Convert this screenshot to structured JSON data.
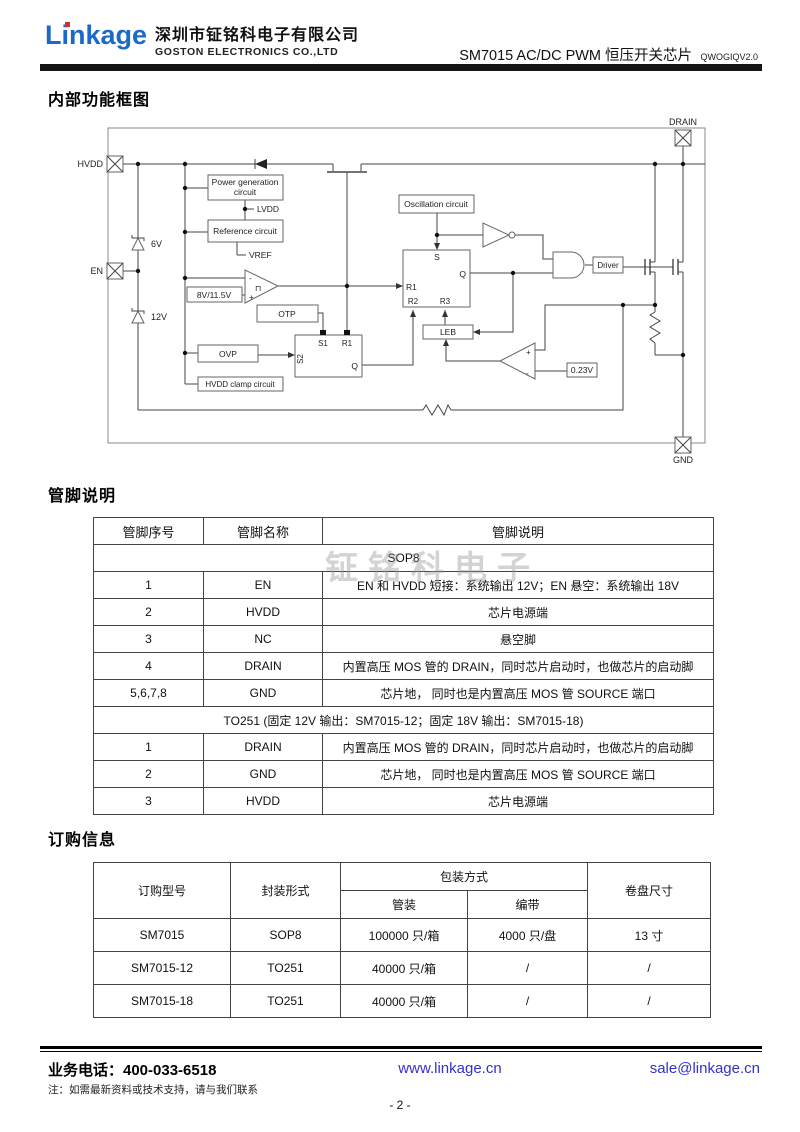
{
  "header": {
    "logo_text": "Linkage",
    "company_cn": "深圳市钲铭科电子有限公司",
    "company_en": "GOSTON ELECTRONICS CO.,LTD",
    "doc_title": "SM7015 AC/DC PWM 恒压开关芯片",
    "doc_version": "QWOGIQV2.0"
  },
  "sections": {
    "block_diagram": "内部功能框图",
    "pin_description": "管脚说明",
    "order_info": "订购信息"
  },
  "diagram": {
    "pin_hvdd": "HVDD",
    "pin_en": "EN",
    "pin_drain": "DRAIN",
    "pin_gnd": "GND",
    "zener_6v": "6V",
    "zener_12v": "12V",
    "power_gen_line1": "Power generation",
    "power_gen_line2": "circuit",
    "lvdd": "LVDD",
    "reference": "Reference circuit",
    "vref": "VREF",
    "uvlo": "8V/11.5V",
    "otp": "OTP",
    "ovp": "OVP",
    "clamp": "HVDD clamp circuit",
    "osc": "Oscillation circuit",
    "leb": "LEB",
    "driver": "Driver",
    "cs_ref": "0.23V",
    "hyst_symbol": "⊓",
    "cmp_minus": "-",
    "cmp_plus": "+",
    "cs_plus": "+",
    "cs_minus": "-",
    "m_s": "S",
    "m_q": "Q",
    "m_r1": "R1",
    "m_r2": "R2",
    "m_r3": "R3",
    "a_s2": "S2",
    "a_s1": "S1",
    "a_r1": "R1",
    "a_q": "Q"
  },
  "watermark": "钲铭科电子",
  "pin_table": {
    "headers": [
      "管脚序号",
      "管脚名称",
      "管脚说明"
    ],
    "sop8_header": "SOP8",
    "sop8_rows": [
      {
        "num": "1",
        "name": "EN",
        "desc": "EN 和 HVDD 短接：系统输出 12V；EN 悬空：系统输出 18V"
      },
      {
        "num": "2",
        "name": "HVDD",
        "desc": "芯片电源端"
      },
      {
        "num": "3",
        "name": "NC",
        "desc": "悬空脚"
      },
      {
        "num": "4",
        "name": "DRAIN",
        "desc": "内置高压 MOS 管的 DRAIN，同时芯片启动时，也做芯片的启动脚"
      },
      {
        "num": "5,6,7,8",
        "name": "GND",
        "desc": "芯片地， 同时也是内置高压 MOS 管 SOURCE 端口"
      }
    ],
    "to251_header": "TO251 (固定 12V 输出：SM7015-12；固定 18V 输出：SM7015-18)",
    "to251_rows": [
      {
        "num": "1",
        "name": "DRAIN",
        "desc": "内置高压 MOS 管的 DRAIN，同时芯片启动时，也做芯片的启动脚"
      },
      {
        "num": "2",
        "name": "GND",
        "desc": "芯片地， 同时也是内置高压 MOS 管 SOURCE 端口"
      },
      {
        "num": "3",
        "name": "HVDD",
        "desc": "芯片电源端"
      }
    ]
  },
  "order_table": {
    "col_model": "订购型号",
    "col_package": "封装形式",
    "col_packing": "包装方式",
    "col_tube": "管装",
    "col_tape": "编带",
    "col_reel": "卷盘尺寸",
    "rows": [
      [
        "SM7015",
        "SOP8",
        "100000 只/箱",
        "4000 只/盘",
        "13 寸"
      ],
      [
        "SM7015-12",
        "TO251",
        "40000 只/箱",
        "/",
        "/"
      ],
      [
        "SM7015-18",
        "TO251",
        "40000 只/箱",
        "/",
        "/"
      ]
    ]
  },
  "footer": {
    "phone": "业务电话：400-033-6518",
    "website": "www.linkage.cn",
    "email": "sale@linkage.cn",
    "note": "注：如需最新资料或技术支持，请与我们联系",
    "page_number": "- 2 -"
  },
  "colors": {
    "logo_blue": "#1b6ac9",
    "link_blue": "#3232cc",
    "logo_dot_red": "#d92b2b",
    "header_bar": "#151515"
  }
}
